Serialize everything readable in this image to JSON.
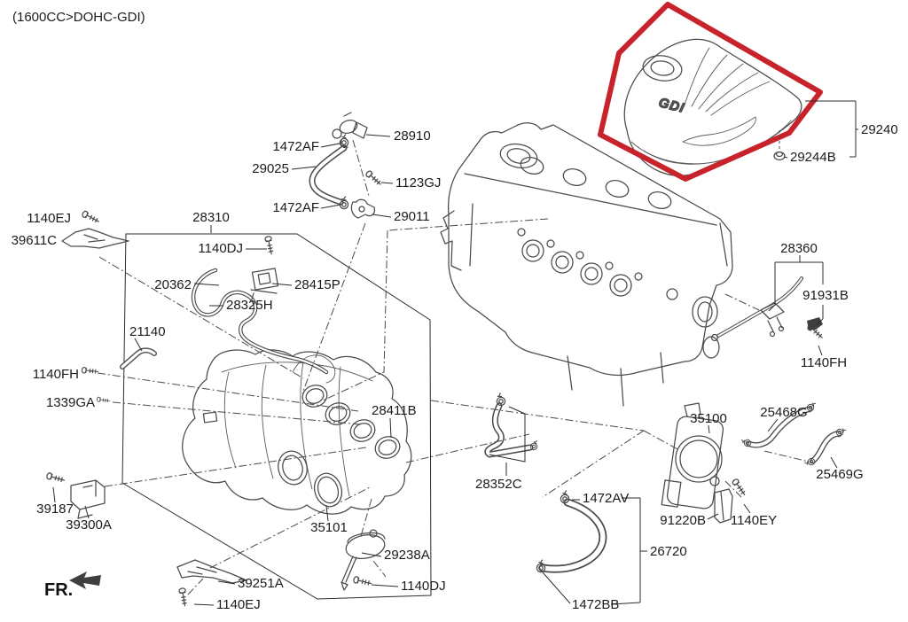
{
  "title": "(1600CC>DOHC-GDI)",
  "front_marker": "FR.",
  "engine_cover": {
    "badge": "GDI"
  },
  "colors": {
    "highlight": "#c8232b",
    "line": "#4a4a4a",
    "text": "#1b1b1b"
  },
  "parts": [
    {
      "id": "28910",
      "label": "28910"
    },
    {
      "id": "1472AF-a",
      "label": "1472AF"
    },
    {
      "id": "29025",
      "label": "29025"
    },
    {
      "id": "1123GJ",
      "label": "1123GJ"
    },
    {
      "id": "1472AF-b",
      "label": "1472AF"
    },
    {
      "id": "29011",
      "label": "29011"
    },
    {
      "id": "29240",
      "label": "29240"
    },
    {
      "id": "29244B",
      "label": "29244B"
    },
    {
      "id": "1140EJ-a",
      "label": "1140EJ"
    },
    {
      "id": "39611C",
      "label": "39611C"
    },
    {
      "id": "28310",
      "label": "28310"
    },
    {
      "id": "1140DJ-a",
      "label": "1140DJ"
    },
    {
      "id": "20362",
      "label": "20362"
    },
    {
      "id": "28415P",
      "label": "28415P"
    },
    {
      "id": "28325H",
      "label": "28325H"
    },
    {
      "id": "21140",
      "label": "21140"
    },
    {
      "id": "1140FH-a",
      "label": "1140FH"
    },
    {
      "id": "1339GA",
      "label": "1339GA"
    },
    {
      "id": "28411B",
      "label": "28411B"
    },
    {
      "id": "28352C",
      "label": "28352C"
    },
    {
      "id": "28360",
      "label": "28360"
    },
    {
      "id": "91931B",
      "label": "91931B"
    },
    {
      "id": "1140FH-b",
      "label": "1140FH"
    },
    {
      "id": "35100",
      "label": "35100"
    },
    {
      "id": "25468G",
      "label": "25468G"
    },
    {
      "id": "25469G",
      "label": "25469G"
    },
    {
      "id": "91220B",
      "label": "91220B"
    },
    {
      "id": "1140EY",
      "label": "1140EY"
    },
    {
      "id": "39187",
      "label": "39187"
    },
    {
      "id": "39300A",
      "label": "39300A"
    },
    {
      "id": "35101",
      "label": "35101"
    },
    {
      "id": "29238A",
      "label": "29238A"
    },
    {
      "id": "1140DJ-b",
      "label": "1140DJ"
    },
    {
      "id": "39251A",
      "label": "39251A"
    },
    {
      "id": "1140EJ-b",
      "label": "1140EJ"
    },
    {
      "id": "1472AV",
      "label": "1472AV"
    },
    {
      "id": "26720",
      "label": "26720"
    },
    {
      "id": "1472BB",
      "label": "1472BB"
    }
  ]
}
